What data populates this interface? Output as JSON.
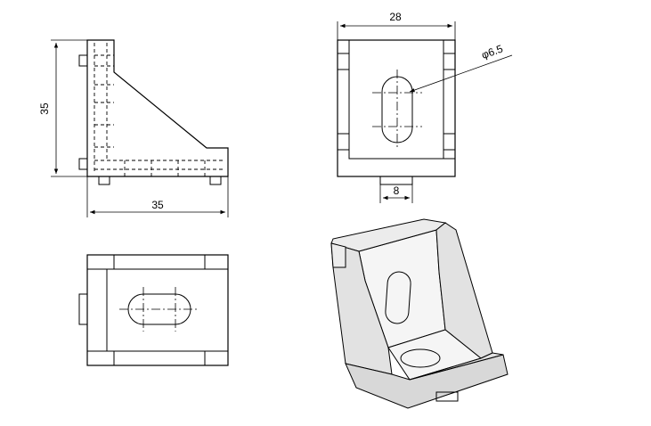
{
  "dimensions": {
    "side_height": "35",
    "side_width": "35",
    "front_width": "28",
    "hole_diameter": "φ6.5",
    "tab_width": "8"
  }
}
